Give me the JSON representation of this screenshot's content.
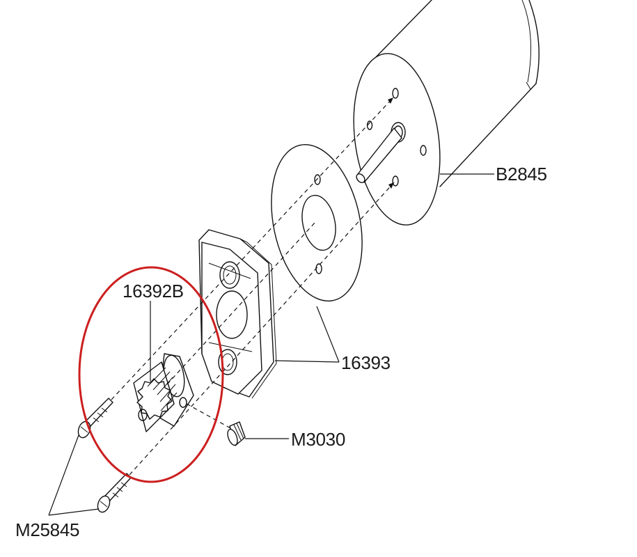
{
  "labels": {
    "motor": "B2845",
    "motor_plate": "16393",
    "pinion": "16392B",
    "set_screw": "M3030",
    "screws": "M25845"
  },
  "colors": {
    "highlight_circle": "#cc1f1f",
    "linework": "#111111",
    "background": "#ffffff"
  }
}
